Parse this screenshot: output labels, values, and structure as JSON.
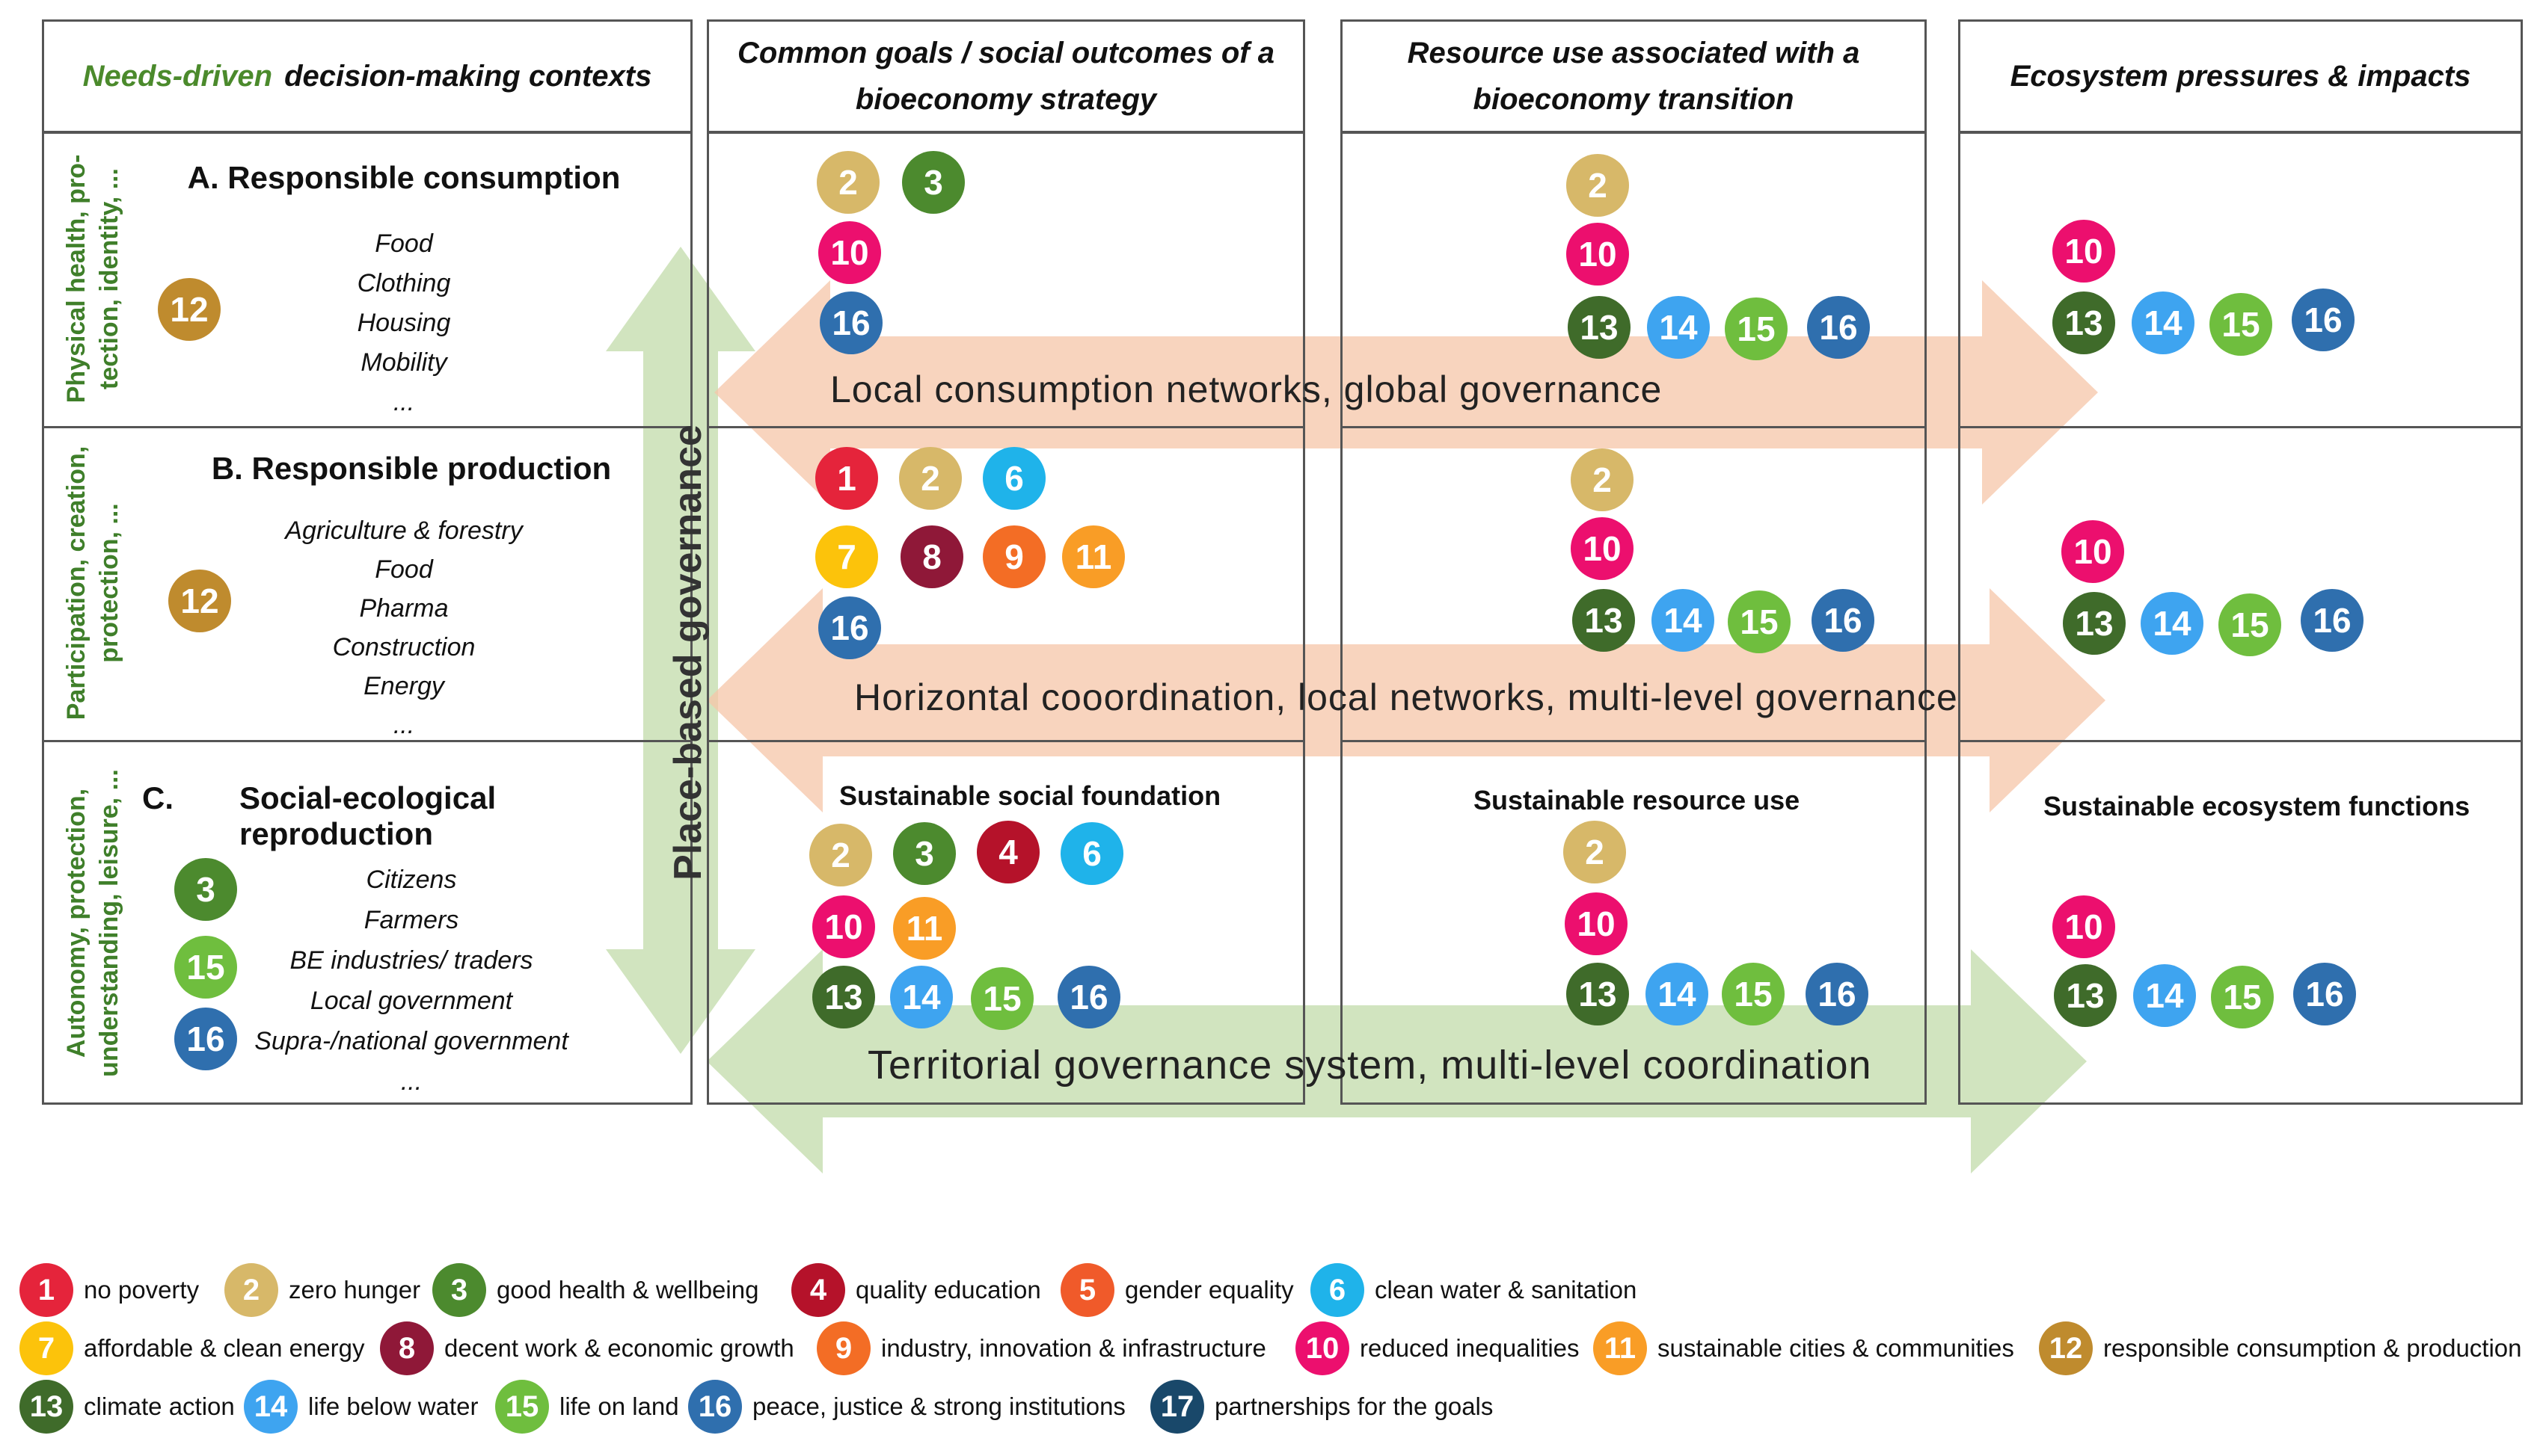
{
  "headers": {
    "col1_needs": "Needs-driven",
    "col1_rest": "decision-making contexts",
    "col2": [
      "Common goals / social outcomes of a",
      "bioeconomy strategy"
    ],
    "col3": [
      "Resource use associated with a",
      "bioeconomy transition"
    ],
    "col4": "Ecosystem pressures & impacts"
  },
  "rows": [
    {
      "vertical_label": [
        "Physical health, pro-",
        "tection, identity, ..."
      ],
      "title": "A. Responsible consumption",
      "items": [
        "Food",
        "Clothing",
        "Housing",
        "Mobility",
        "..."
      ]
    },
    {
      "vertical_label": [
        "Participation, creation,",
        "protection, ..."
      ],
      "title": "B. Responsible production",
      "items": [
        "Agriculture & forestry",
        "Food",
        "Pharma",
        "Construction",
        "Energy",
        "..."
      ]
    },
    {
      "vertical_label": [
        "Autonomy, protection,",
        "understanding, leisure, ..."
      ],
      "title_letter": "C.",
      "title": "Social-ecological reproduction",
      "items": [
        "Citizens",
        "Farmers",
        "BE industries/ traders",
        "Local government",
        "Supra-/national government",
        "..."
      ]
    }
  ],
  "subheadings": {
    "col2": "Sustainable social foundation",
    "col3": "Sustainable resource use",
    "col4": "Sustainable ecosystem functions"
  },
  "arrow_labels": {
    "top": "Local consumption networks, global governance",
    "middle": "Horizontal cooordination, local networks, multi-level governance",
    "bottom": "Territorial governance system, multi-level coordination",
    "vertical": "Place-based governance"
  },
  "sdg_colors": {
    "1": "#e5243b",
    "2": "#d7b869",
    "3": "#4c8a2e",
    "4": "#b5122a",
    "5": "#f05a2a",
    "6": "#1fb3ea",
    "7": "#fcc30b",
    "8": "#8f1838",
    "9": "#f36d25",
    "10": "#ec0f6e",
    "11": "#f99d26",
    "12": "#bf8b2e",
    "13": "#3f6b2a",
    "14": "#3ea4f0",
    "15": "#6fbe3e",
    "16": "#2f6fae",
    "17": "#19486a"
  },
  "cells": {
    "A": {
      "col1": [
        12
      ],
      "col2": [
        2,
        3,
        10,
        16
      ],
      "col3": [
        2,
        10,
        13,
        14,
        15,
        16
      ],
      "col4": [
        10,
        13,
        14,
        15,
        16
      ]
    },
    "B": {
      "col1": [
        12
      ],
      "col2": [
        1,
        2,
        6,
        7,
        8,
        9,
        11,
        16
      ],
      "col3": [
        2,
        10,
        13,
        14,
        15,
        16
      ],
      "col4": [
        10,
        13,
        14,
        15,
        16
      ]
    },
    "C": {
      "col1": [
        3,
        15,
        16
      ],
      "col2": [
        2,
        3,
        4,
        6,
        10,
        11,
        13,
        14,
        15,
        16
      ],
      "col3": [
        2,
        10,
        13,
        14,
        15,
        16
      ],
      "col4": [
        10,
        13,
        14,
        15,
        16
      ]
    }
  },
  "legend": [
    {
      "num": "1",
      "label": "no poverty"
    },
    {
      "num": "2",
      "label": "zero hunger"
    },
    {
      "num": "3",
      "label": "good health & wellbeing"
    },
    {
      "num": "4",
      "label": "quality education"
    },
    {
      "num": "5",
      "label": "gender equality"
    },
    {
      "num": "6",
      "label": "clean water & sanitation"
    },
    {
      "num": "7",
      "label": "affordable & clean energy"
    },
    {
      "num": "8",
      "label": "decent work & economic growth"
    },
    {
      "num": "9",
      "label": "industry, innovation & infrastructure"
    },
    {
      "num": "10",
      "label": "reduced inequalities"
    },
    {
      "num": "11",
      "label": "sustainable cities & communities"
    },
    {
      "num": "12",
      "label": "responsible consumption & production"
    },
    {
      "num": "13",
      "label": "climate action"
    },
    {
      "num": "14",
      "label": "life below water"
    },
    {
      "num": "15",
      "label": "life on land"
    },
    {
      "num": "16",
      "label": "peace, justice & strong institutions"
    },
    {
      "num": "17",
      "label": "partnerships for the goals"
    }
  ]
}
